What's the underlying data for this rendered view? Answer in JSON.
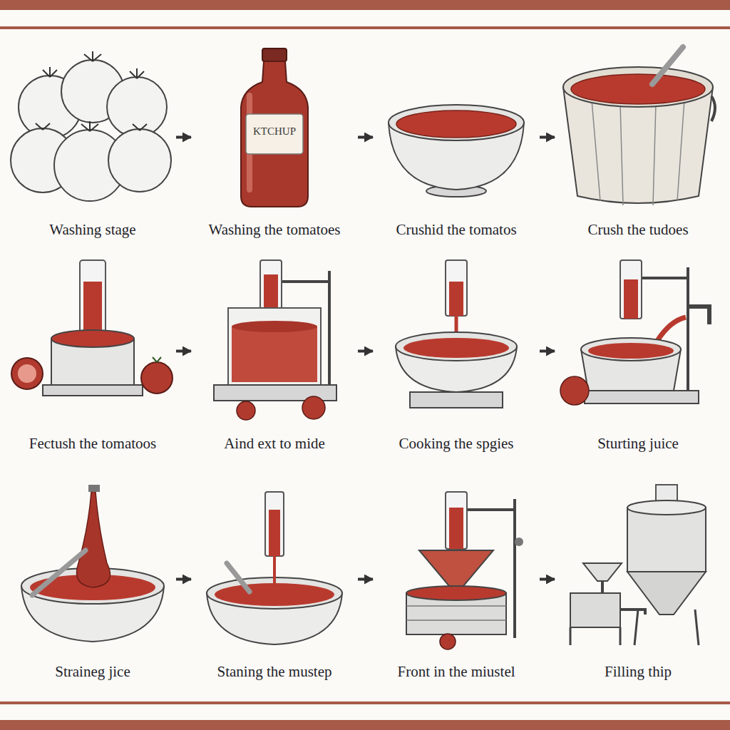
{
  "diagram": {
    "nodes": [
      {
        "text": [
          "Washing stage"
        ]
      },
      {
        "text": [
          "Washing the tomatoes"
        ]
      },
      {
        "text": [
          "Crushid the tomatos"
        ]
      },
      {
        "text": [
          "Crush the tudoes"
        ]
      },
      {
        "text": [
          "Fectush the tomatoos"
        ]
      },
      {
        "text": [
          "Aind ext to mide"
        ]
      },
      {
        "text": [
          "Cooking the spgies"
        ]
      },
      {
        "text": [
          "Sturting juice"
        ]
      },
      {
        "text": [
          "Straineg jice"
        ]
      },
      {
        "text": [
          "Staning the mustep"
        ]
      },
      {
        "text": [
          "Front in the miustel"
        ]
      },
      {
        "text": [
          "Filling thip"
        ]
      }
    ],
    "edges": [
      {
        "from": 0,
        "to": 1,
        "arrow": "to"
      },
      {
        "from": 1,
        "to": 2,
        "arrow": "to"
      },
      {
        "from": 2,
        "to": 3,
        "arrow": "to"
      },
      {
        "from": 4,
        "to": 5,
        "arrow": "to"
      },
      {
        "from": 5,
        "to": 6,
        "arrow": "to"
      },
      {
        "from": 6,
        "to": 7,
        "arrow": "to"
      },
      {
        "from": 8,
        "to": 9,
        "arrow": "to"
      },
      {
        "from": 9,
        "to": 10,
        "arrow": "to"
      },
      {
        "from": 10,
        "to": 11,
        "arrow": "to"
      }
    ],
    "labels": [
      "KTCHUP"
    ]
  }
}
